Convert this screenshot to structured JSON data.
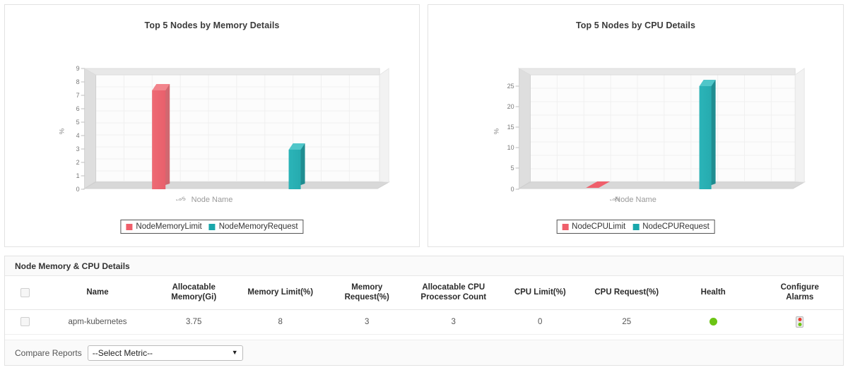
{
  "charts": [
    {
      "id": "memory",
      "title": "Top 5 Nodes by Memory Details",
      "ylabel": "%",
      "xlabel": "Node Name",
      "category": "apm-kubernetes",
      "legend": [
        {
          "label": "NodeMemoryLimit",
          "color": "#ef5f6b"
        },
        {
          "label": "NodeMemoryRequest",
          "color": "#19a7ab"
        }
      ],
      "ticks": [
        "0",
        "1",
        "2",
        "3",
        "4",
        "5",
        "6",
        "7",
        "8",
        "9"
      ]
    },
    {
      "id": "cpu",
      "title": "Top 5 Nodes by CPU Details",
      "ylabel": "%",
      "xlabel": "Node Name",
      "category": "apm-kubernetes",
      "legend": [
        {
          "label": "NodeCPULimit",
          "color": "#ef5f6b"
        },
        {
          "label": "NodeCPURequest",
          "color": "#19a7ab"
        }
      ],
      "ticks": [
        "0",
        "5",
        "10",
        "15",
        "20",
        "25"
      ]
    }
  ],
  "chart_data": [
    {
      "type": "bar",
      "title": "Top 5 Nodes by Memory Details",
      "xlabel": "Node Name",
      "ylabel": "%",
      "categories": [
        "apm-kubernetes"
      ],
      "series": [
        {
          "name": "NodeMemoryLimit",
          "values": [
            8
          ],
          "color": "#ef5f6b"
        },
        {
          "name": "NodeMemoryRequest",
          "values": [
            3
          ],
          "color": "#19a7ab"
        }
      ],
      "ylim": [
        0,
        9
      ],
      "yticks": [
        0,
        1,
        2,
        3,
        4,
        5,
        6,
        7,
        8,
        9
      ],
      "grid": true,
      "legend_position": "bottom",
      "render": "3d-column"
    },
    {
      "type": "bar",
      "title": "Top 5 Nodes by CPU Details",
      "xlabel": "Node Name",
      "ylabel": "%",
      "categories": [
        "apm-kubernetes"
      ],
      "series": [
        {
          "name": "NodeCPULimit",
          "values": [
            0
          ],
          "color": "#ef5f6b"
        },
        {
          "name": "NodeCPURequest",
          "values": [
            25
          ],
          "color": "#19a7ab"
        }
      ],
      "ylim": [
        0,
        28
      ],
      "yticks": [
        0,
        5,
        10,
        15,
        20,
        25
      ],
      "grid": true,
      "legend_position": "bottom",
      "render": "3d-column"
    }
  ],
  "table": {
    "panel_title": "Node Memory & CPU Details",
    "columns": [
      "",
      "Name",
      "Allocatable Memory(Gi)",
      "Memory Limit(%)",
      "Memory Request(%)",
      "Allocatable CPU Processor Count",
      "CPU Limit(%)",
      "CPU Request(%)",
      "Health",
      "Configure Alarms"
    ],
    "columns_split": [
      [
        "",
        ""
      ],
      [
        "Name",
        ""
      ],
      [
        "Allocatable",
        "Memory(Gi)"
      ],
      [
        "Memory Limit(%)",
        ""
      ],
      [
        "Memory",
        "Request(%)"
      ],
      [
        "Allocatable CPU",
        "Processor Count"
      ],
      [
        "CPU Limit(%)",
        ""
      ],
      [
        "CPU Request(%)",
        ""
      ],
      [
        "Health",
        ""
      ],
      [
        "Configure",
        "Alarms"
      ]
    ],
    "rows": [
      {
        "name": "apm-kubernetes",
        "allocatable_memory_gi": "3.75",
        "memory_limit_pct": "8",
        "memory_request_pct": "3",
        "allocatable_cpu_processor_count": "3",
        "cpu_limit_pct": "0",
        "cpu_request_pct": "25",
        "health_color": "#6cc414",
        "health_status": "healthy",
        "alarm_icon": "traffic-light-icon"
      }
    ]
  },
  "compare": {
    "label": "Compare Reports",
    "selected": "--Select Metric--",
    "caret": "▼"
  },
  "colors": {
    "limit_red": "#ef5f6b",
    "request_teal": "#19a7ab",
    "health_green": "#6cc414",
    "panel_border": "#e2e2e2"
  }
}
